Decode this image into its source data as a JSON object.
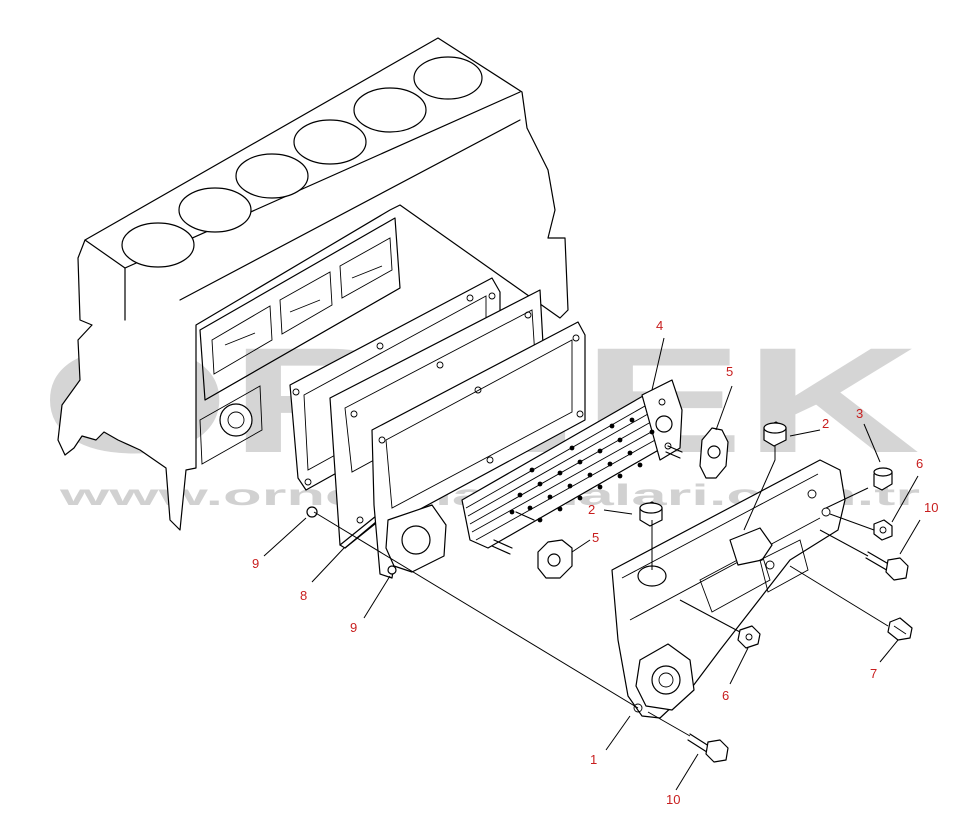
{
  "diagram": {
    "callouts": [
      {
        "id": "c1",
        "label": "1"
      },
      {
        "id": "c2a",
        "label": "2"
      },
      {
        "id": "c2b",
        "label": "2"
      },
      {
        "id": "c3",
        "label": "3"
      },
      {
        "id": "c4",
        "label": "4"
      },
      {
        "id": "c5a",
        "label": "5"
      },
      {
        "id": "c5b",
        "label": "5"
      },
      {
        "id": "c6a",
        "label": "6"
      },
      {
        "id": "c6b",
        "label": "6"
      },
      {
        "id": "c7",
        "label": "7"
      },
      {
        "id": "c8",
        "label": "8"
      },
      {
        "id": "c9a",
        "label": "9"
      },
      {
        "id": "c9b",
        "label": "9"
      },
      {
        "id": "c10a",
        "label": "10"
      },
      {
        "id": "c10b",
        "label": "10"
      }
    ],
    "callout_color": "#c81e1e"
  },
  "watermark": {
    "brand": "ÖRNEK",
    "url": "www.ornekmakinalari.com.tr",
    "color": "#b4b4b4",
    "accent": "#f0d060"
  }
}
